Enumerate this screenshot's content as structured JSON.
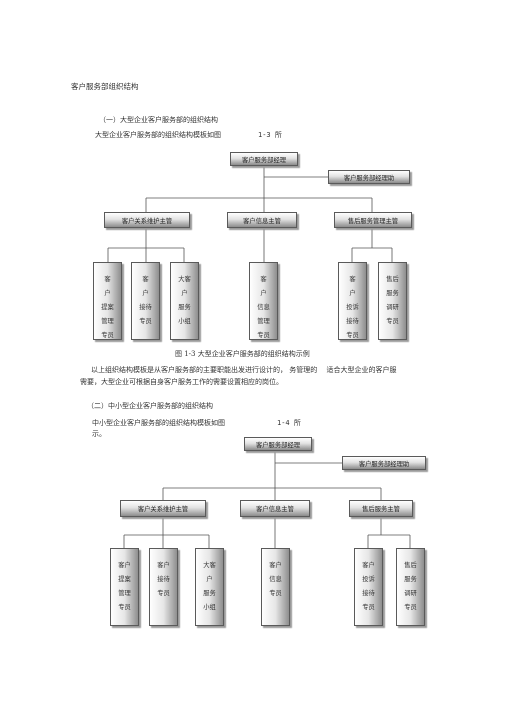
{
  "doc": {
    "title": "客户服务部组织结构",
    "s1": {
      "heading": "（一）大型企业客户服务部的组织结构",
      "intro": "大型企业客户服务部的组织结构模板如图",
      "figref": "1-3 所",
      "caption": "图 1-3 大型企业客户服务部的组织结构示例",
      "para1": "以上组织结构模板是从客户服务部的主要职能出发进行设计的， 务管理的　 适合大型企业的客户服",
      "para2": "需要，大型企业可根据自身客户服务工作的需要设置相应的岗位。"
    },
    "s2": {
      "heading": "（二）中小型企业客户服务部的组织结构",
      "intro": "中小型企业客户服务部的组织结构模板如图",
      "figref": "1-4 所",
      "intro2": "示。"
    }
  },
  "chart1": {
    "manager": "客户服务部经理",
    "assistant": "客户服务部经理助",
    "sup1": "客户关系维护主管",
    "sup2": "客户信息主管",
    "sup3": "售后服务管理主管",
    "s1": [
      "客",
      "户",
      "提案",
      "管理",
      "专员"
    ],
    "s2": [
      "客",
      "户",
      "接待",
      "专员"
    ],
    "s3": [
      "大客",
      "户",
      "服务",
      "小组"
    ],
    "s4": [
      "客",
      "户",
      "信息",
      "管理",
      "专员"
    ],
    "s5": [
      "客",
      "户",
      "投诉",
      "接待",
      "专员"
    ],
    "s6": [
      "售后",
      "服务",
      "调研",
      "专员"
    ]
  },
  "chart2": {
    "manager": "客户服务部经理",
    "assistant": "客户服务部经理助",
    "sup1": "客户关系维护主管",
    "sup2": "客户信息主管",
    "sup3": "售后服务主管",
    "s1": [
      "客户",
      "提案",
      "管理",
      "专员"
    ],
    "s2": [
      "客户",
      "接待",
      "专员"
    ],
    "s3": [
      "大客",
      "户",
      "服务",
      "小组"
    ],
    "s4": [
      "客户",
      "信息",
      "专员"
    ],
    "s5": [
      "客户",
      "投诉",
      "接待",
      "专员"
    ],
    "s6": [
      "售后",
      "服务",
      "调研",
      "专员"
    ]
  }
}
